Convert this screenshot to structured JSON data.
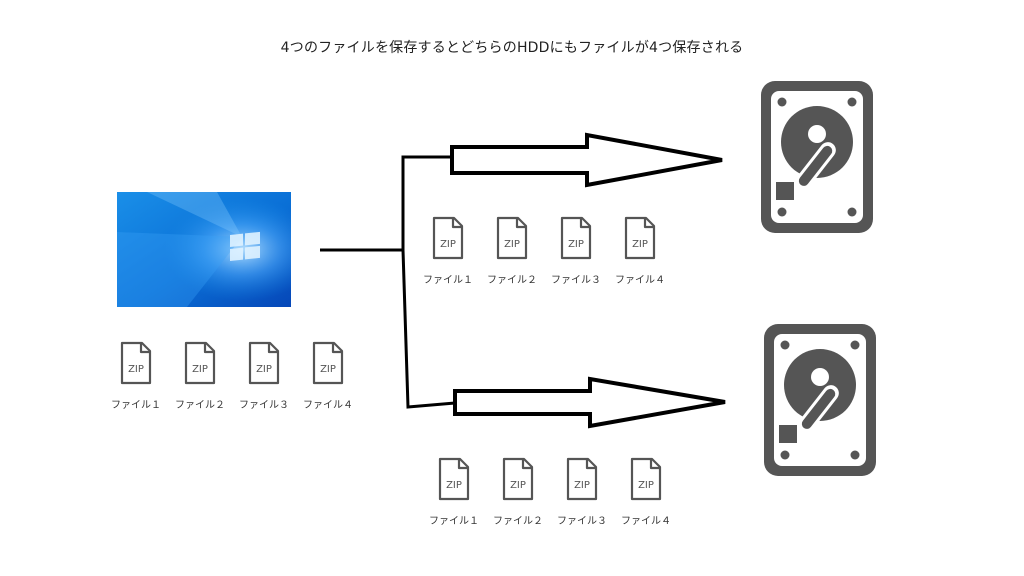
{
  "title": "4つのファイルを保存するとどちらのHDDにもファイルが4つ保存される",
  "source": {
    "icon": "windows-desktop-screen",
    "files": [
      {
        "label": "ファイル１",
        "icon": "zip-file-icon",
        "badge": "ZIP"
      },
      {
        "label": "ファイル２",
        "icon": "zip-file-icon",
        "badge": "ZIP"
      },
      {
        "label": "ファイル３",
        "icon": "zip-file-icon",
        "badge": "ZIP"
      },
      {
        "label": "ファイル４",
        "icon": "zip-file-icon",
        "badge": "ZIP"
      }
    ]
  },
  "destinations": [
    {
      "icon": "hard-drive-icon",
      "files": [
        {
          "label": "ファイル１",
          "icon": "zip-file-icon",
          "badge": "ZIP"
        },
        {
          "label": "ファイル２",
          "icon": "zip-file-icon",
          "badge": "ZIP"
        },
        {
          "label": "ファイル３",
          "icon": "zip-file-icon",
          "badge": "ZIP"
        },
        {
          "label": "ファイル４",
          "icon": "zip-file-icon",
          "badge": "ZIP"
        }
      ]
    },
    {
      "icon": "hard-drive-icon",
      "files": [
        {
          "label": "ファイル１",
          "icon": "zip-file-icon",
          "badge": "ZIP"
        },
        {
          "label": "ファイル２",
          "icon": "zip-file-icon",
          "badge": "ZIP"
        },
        {
          "label": "ファイル３",
          "icon": "zip-file-icon",
          "badge": "ZIP"
        },
        {
          "label": "ファイル４",
          "icon": "zip-file-icon",
          "badge": "ZIP"
        }
      ]
    }
  ],
  "colors": {
    "background": "#ffffff",
    "line": "#000000",
    "hdd": "#555555",
    "icon_stroke": "#555555",
    "desktop_blue": "#0a6fd6"
  }
}
